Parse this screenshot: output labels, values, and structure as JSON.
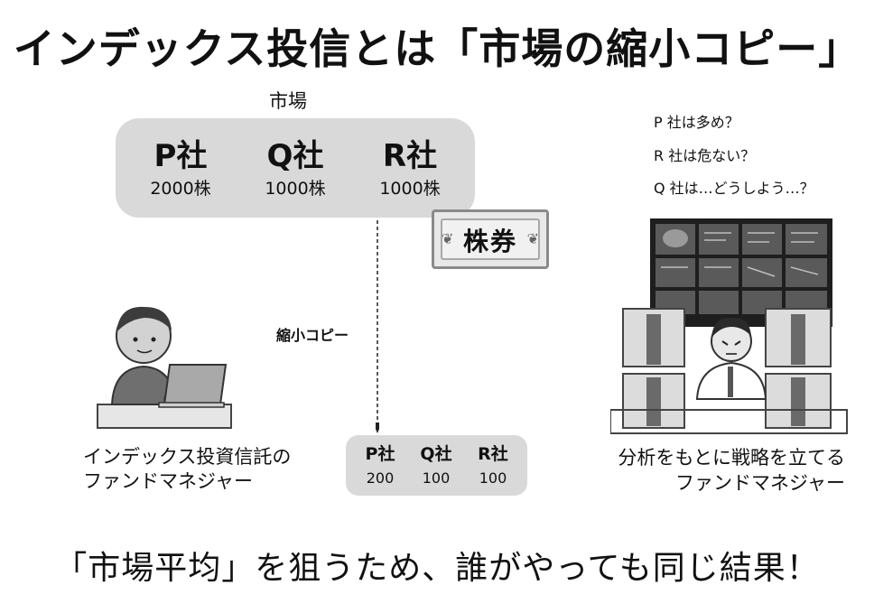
{
  "title": "インデックス投信とは「市場の縮小コピー」",
  "market": {
    "label": "市場",
    "companies": [
      {
        "name": "P社",
        "shares": "2000株"
      },
      {
        "name": "Q社",
        "shares": "1000株"
      },
      {
        "name": "R社",
        "shares": "1000株"
      }
    ]
  },
  "stock_certificate": {
    "label": "株券"
  },
  "arrow_label": "縮小コピー",
  "fund": {
    "companies": [
      {
        "name": "P社",
        "shares": "200"
      },
      {
        "name": "Q社",
        "shares": "100"
      },
      {
        "name": "R社",
        "shares": "100"
      }
    ]
  },
  "index_manager": {
    "caption_line1": "インデックス投資信託の",
    "caption_line2": "ファンドマネジャー"
  },
  "active_manager": {
    "thoughts": [
      "P 社は多め？",
      "R 社は危ない？",
      "Q 社は…どうしよう…？"
    ],
    "caption_line1": "分析をもとに戦略を立てる",
    "caption_line2": "ファンドマネジャー"
  },
  "bottom_text": "「市場平均」を狙うため、誰がやっても同じ結果！"
}
